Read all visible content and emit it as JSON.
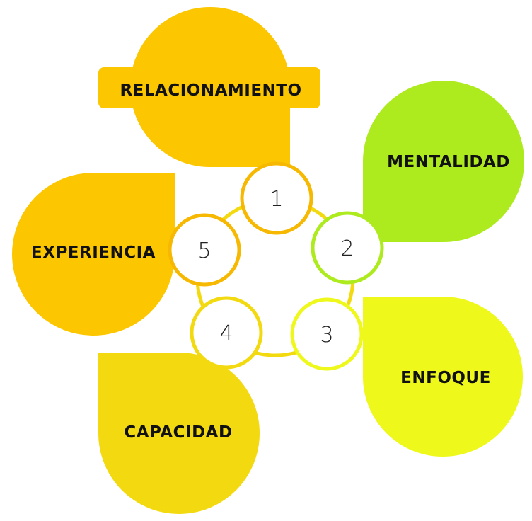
{
  "colors": {
    "amber": "#F6B800",
    "amber_petal": "#FCC700",
    "lime": "#AEEB1E",
    "yellow_green": "#EEF81A",
    "yellow": "#F3DA10",
    "ring": "#F3DA10"
  },
  "items": [
    {
      "number": "1",
      "label": "RELACIONAMIENTO"
    },
    {
      "number": "2",
      "label": "MENTALIDAD"
    },
    {
      "number": "3",
      "label": "ENFOQUE"
    },
    {
      "number": "4",
      "label": "CAPACIDAD"
    },
    {
      "number": "5",
      "label": "EXPERIENCIA"
    }
  ]
}
